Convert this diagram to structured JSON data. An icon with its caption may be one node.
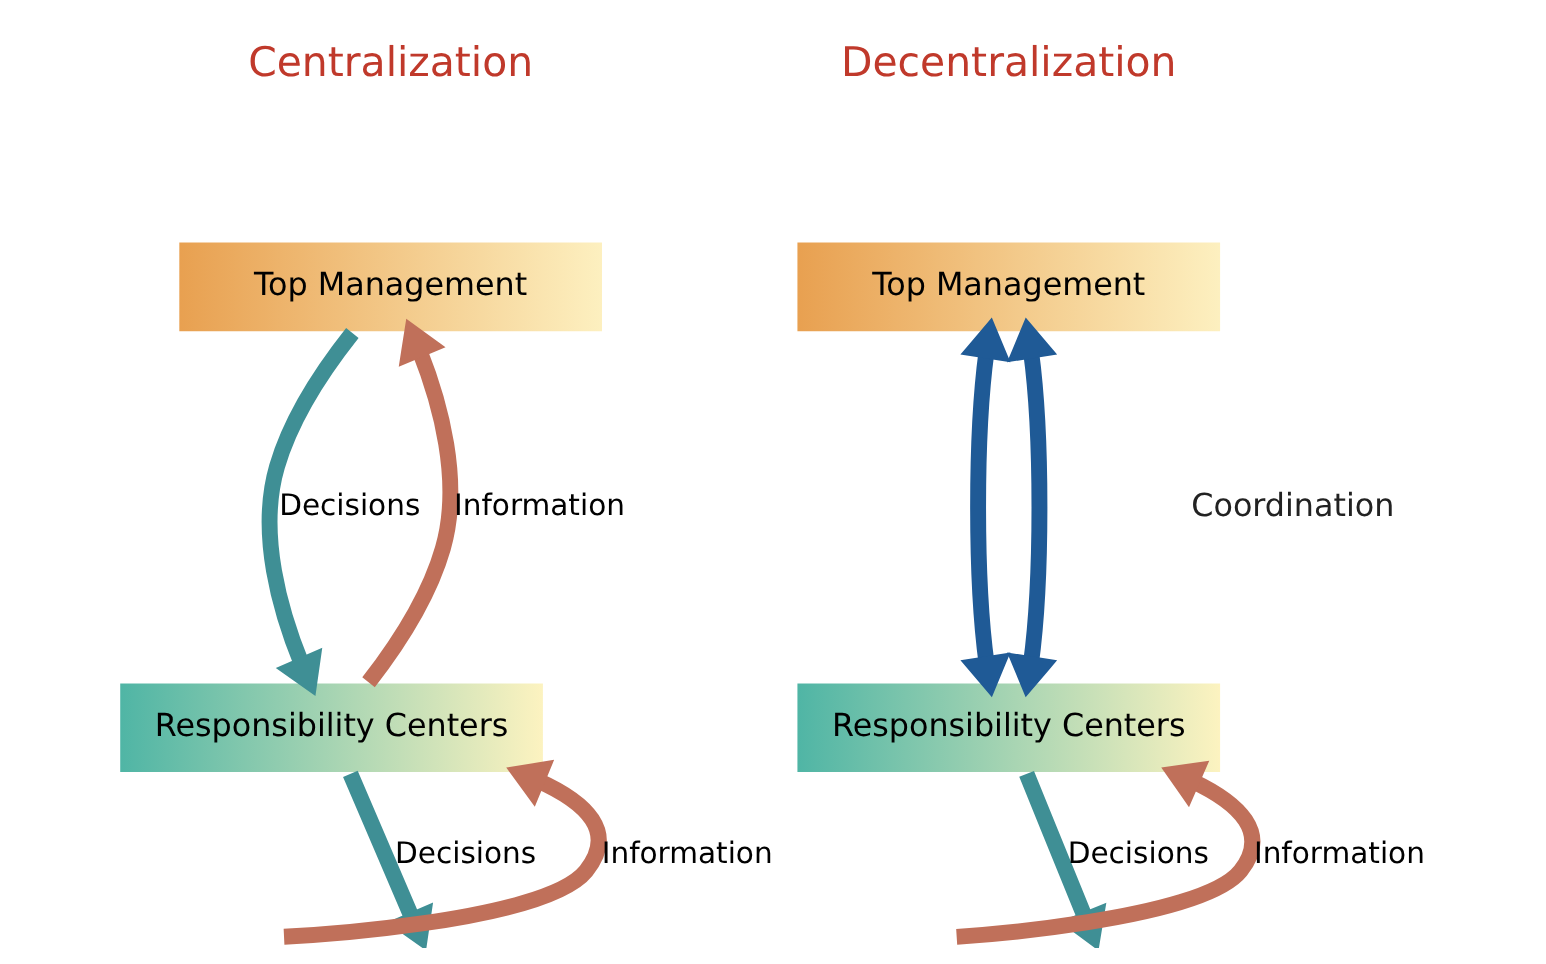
{
  "diagram": {
    "nodes": [
      {
        "text": [
          "Top Management"
        ]
      },
      {
        "text": [
          "Responsibility Centers"
        ]
      },
      {
        "text": [
          "Top Management"
        ]
      },
      {
        "text": [
          "Responsibility Centers"
        ]
      }
    ],
    "edges": [
      {
        "from": 1,
        "to": 0,
        "arrow": "to",
        "label": "Information",
        "color": "#c0705a"
      },
      {
        "from": 0,
        "to": 1,
        "arrow": "to",
        "label": "Decisions",
        "color": "#3f8f95"
      },
      {
        "from": null,
        "to": 1,
        "arrow": "to",
        "label": "Information",
        "color": "#c0705a"
      },
      {
        "from": 1,
        "to": null,
        "arrow": "to",
        "label": "Decisions",
        "color": "#3f8f95"
      },
      {
        "from": 2,
        "to": 3,
        "arrow": "both",
        "color": "#1f5a96"
      },
      {
        "from": 2,
        "to": 3,
        "arrow": "both",
        "color": "#1f5a96"
      },
      {
        "from": null,
        "to": 3,
        "arrow": "to",
        "label": "Information",
        "color": "#c0705a"
      },
      {
        "from": 3,
        "to": null,
        "arrow": "to",
        "label": "Decisions",
        "color": "#3f8f95"
      }
    ],
    "labels": [
      "Centralization",
      "Decentralization",
      "Coordination"
    ]
  }
}
